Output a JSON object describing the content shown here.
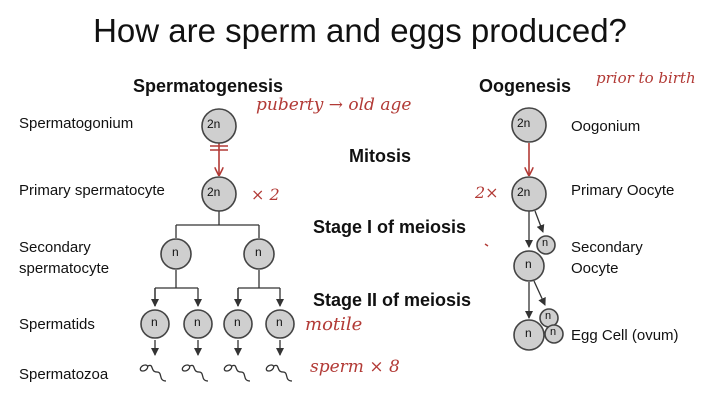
{
  "title": "How are sperm and eggs produced?",
  "headers": {
    "left": "Spermatogenesis",
    "right": "Oogenesis"
  },
  "stages": {
    "mitosis": "Mitosis",
    "meiosis1": "Stage I of meiosis",
    "meiosis2": "Stage II of meiosis"
  },
  "left_labels": {
    "spermatogonium": "Spermatogonium",
    "primary": "Primary spermatocyte",
    "secondary_1": "Secondary",
    "secondary_2": "spermatocyte",
    "spermatids": "Spermatids",
    "spermatozoa": "Spermatozoa"
  },
  "right_labels": {
    "oogonium": "Oogonium",
    "primary": "Primary Oocyte",
    "secondary_1": "Secondary",
    "secondary_2": "Oocyte",
    "egg": "Egg Cell (ovum)"
  },
  "cell_labels": {
    "diploid": "2n",
    "haploid": "n"
  },
  "annotations": {
    "prior_birth": "prior to birth",
    "puberty": "puberty → old age",
    "x2": "× 2",
    "two_x": "2×",
    "motile": "motile",
    "sperm_x8": "sperm × 8"
  },
  "colors": {
    "cell_fill": "#cfcfcf",
    "cell_stroke": "#444444",
    "ink_red": "#b23a36"
  }
}
